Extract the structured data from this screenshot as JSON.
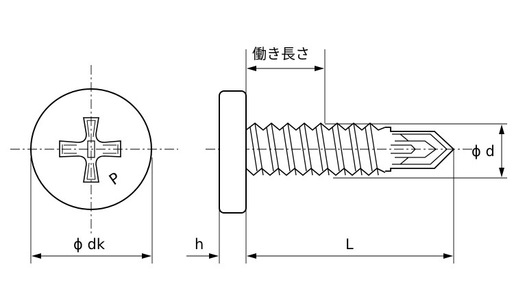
{
  "labels": {
    "working_length": "働き長さ",
    "phi_dk": "ϕ dk",
    "phi_d": "ϕ d",
    "h": "h",
    "L": "L",
    "head_mark": "P"
  },
  "colors": {
    "line": "#000000",
    "background": "#ffffff"
  }
}
